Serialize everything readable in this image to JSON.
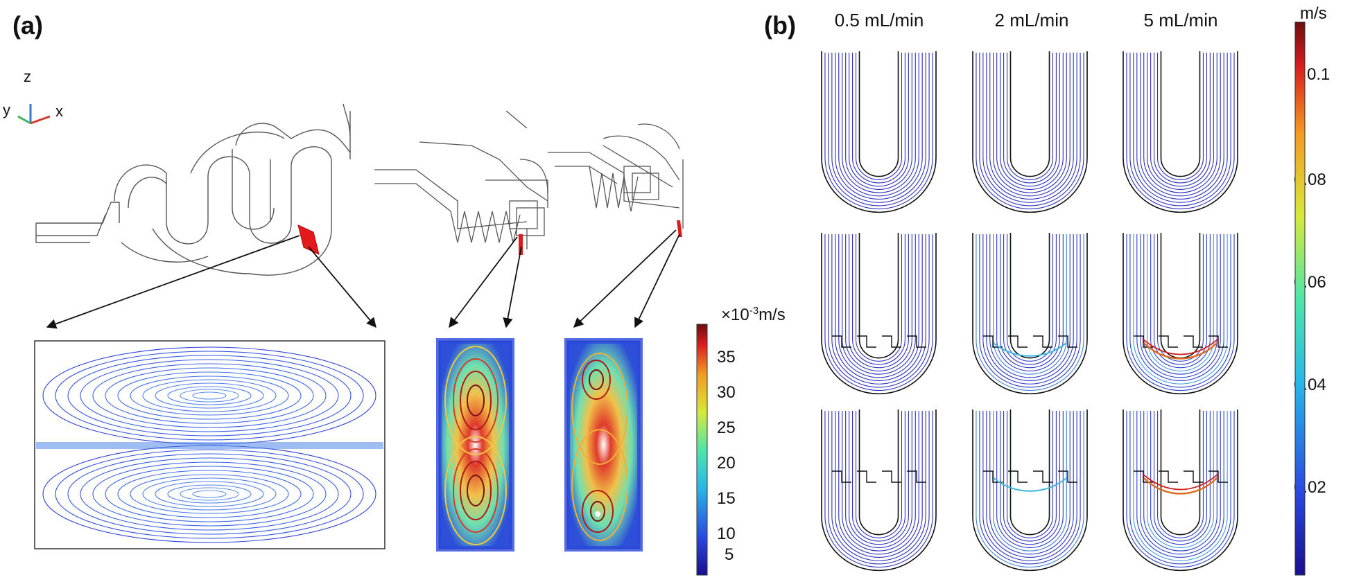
{
  "panel_a": {
    "label": "(a)",
    "axes": {
      "x": "x",
      "y": "y",
      "z": "z"
    },
    "colorbar": {
      "unit_prefix": "×10",
      "unit_exp": "-3",
      "unit_suffix": "m/s",
      "ticks": [
        "35",
        "30",
        "25",
        "20",
        "15",
        "10",
        "5"
      ],
      "max_value": 40,
      "min_value": 0
    }
  },
  "panel_b": {
    "label": "(b)",
    "columns": [
      "0.5 mL/min",
      "2 mL/min",
      "5 mL/min"
    ],
    "colorbar": {
      "unit": "m/s",
      "ticks": [
        "0.1",
        "0.08",
        "0.06",
        "0.04",
        "0.02"
      ],
      "max_value": 0.11,
      "min_value": 0
    }
  },
  "colors": {
    "low": "#2a1fb5",
    "mid": "#39d0c8",
    "high": "#d11c1c",
    "outline": "#111111",
    "section": "#e31a1c"
  }
}
